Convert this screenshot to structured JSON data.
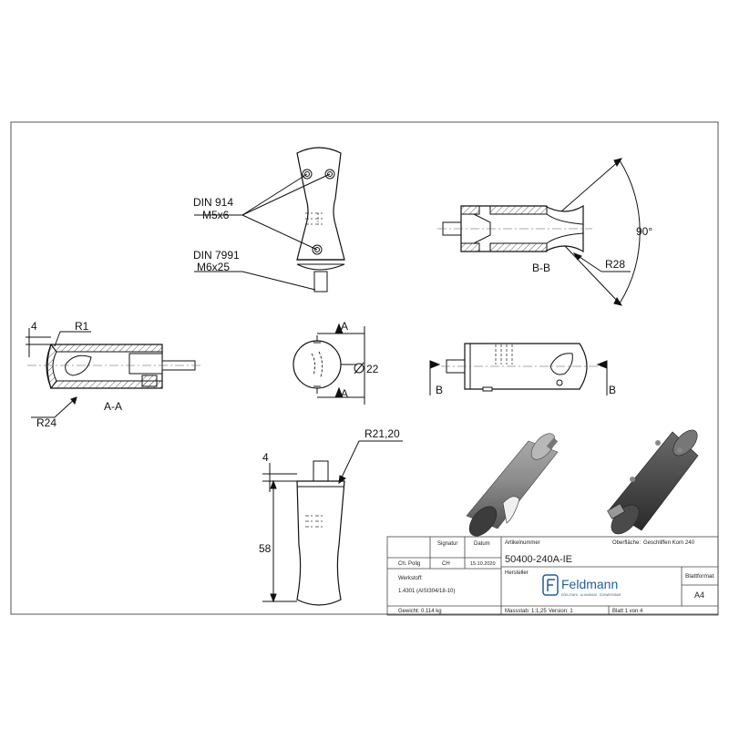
{
  "annotations": {
    "din914": "DIN 914",
    "m5x6": "M5x6",
    "din7991": "DIN 7991",
    "m6x25": "M6x25",
    "angle": "90°",
    "r28": "R28",
    "section_bb": "B-B",
    "dim_4_left": "4",
    "r1": "R1",
    "r24": "R24",
    "section_aa": "A-A",
    "diameter": "22",
    "a_top": "A",
    "a_bottom": "A",
    "b_left": "B",
    "b_right": "B",
    "r21": "R21,20",
    "dim_4_bottom": "4",
    "dim_58": "58"
  },
  "title_block": {
    "drawn_by": "Ch. Polig",
    "signature": "CH",
    "date_label": "Datum",
    "date": "15.10.2020",
    "signature_label": "Signatur",
    "article_label": "Artikelnummer",
    "article_number": "50400-240A-IE",
    "surface_label": "Oberfläche:",
    "surface_value": "Geschliffen Korn 240",
    "manufacturer_label": "Hersteller",
    "material_label": "Werkstoff:",
    "material_value": "1.4301 (AISI304/18-10)",
    "logo_text": "Feldmann",
    "logo_subtitle": "EDELSTAHL · ALUMINIUM · SCHWEISSBAR",
    "format_label": "Blattformat",
    "format_value": "A4",
    "weight": "Gewicht: 0.114 kg",
    "scale": "Massstab: 1:1,25",
    "version": "Version: 1",
    "sheet": "Blatt 1 von 4"
  }
}
